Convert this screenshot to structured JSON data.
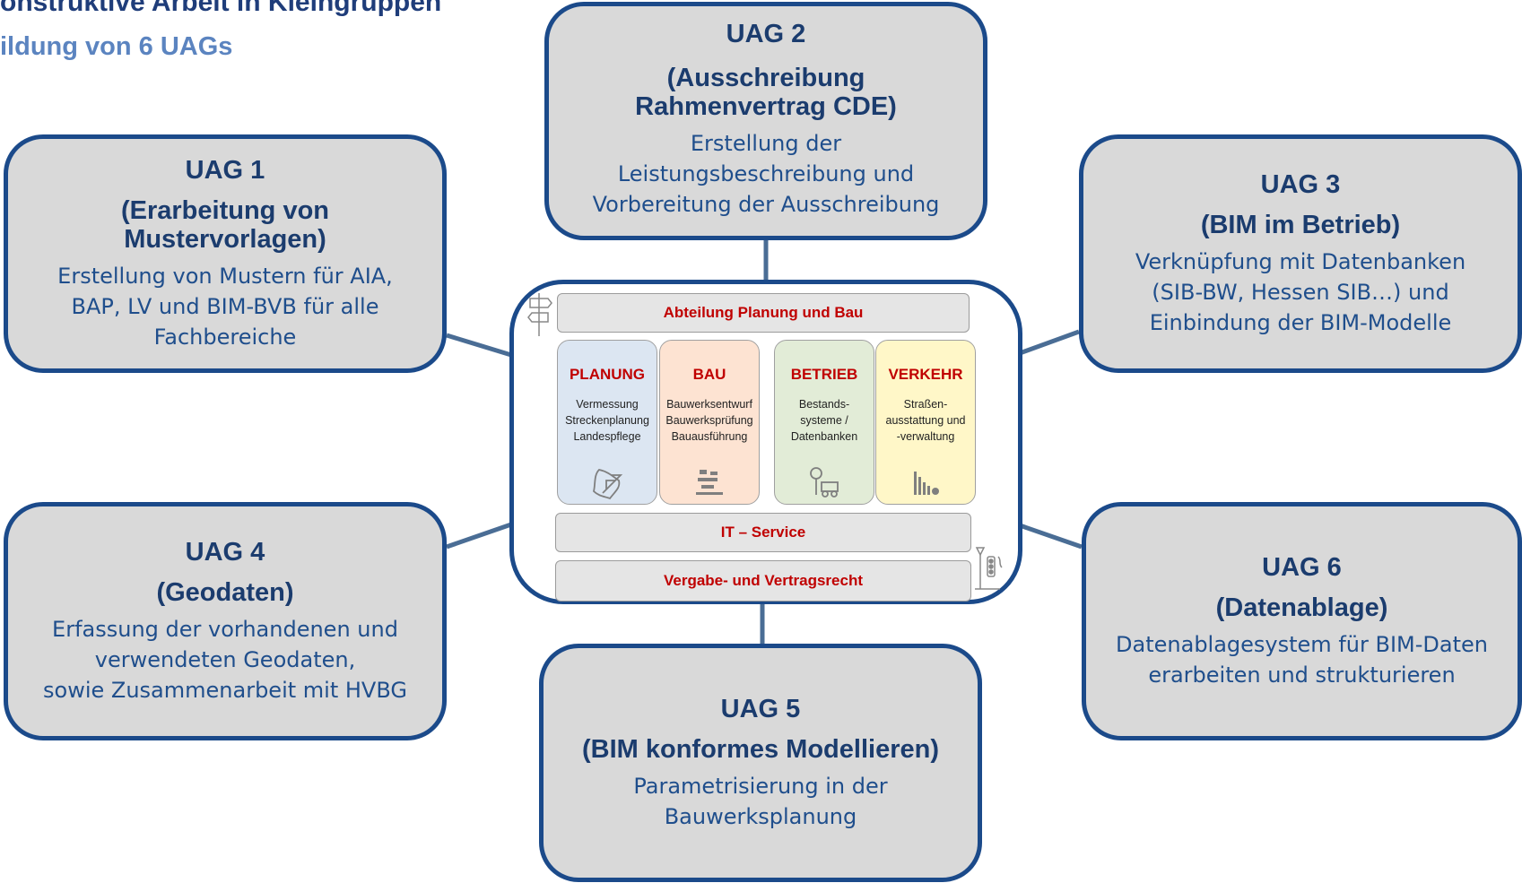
{
  "heading": {
    "title": "onstruktive Arbeit in Kleingruppen",
    "subtitle": "ildung von 6 UAGs"
  },
  "uags": [
    {
      "number": "UAG 1",
      "title": "(Erarbeitung von\nMustervorlagen)",
      "description": "Erstellung von Mustern für AIA,\nBAP, LV und BIM-BVB für alle\nFachbereiche"
    },
    {
      "number": "UAG 2",
      "title": "(Ausschreibung\nRahmenvertrag CDE)",
      "description": "Erstellung der\nLeistungsbeschreibung und\nVorbereitung der Ausschreibung"
    },
    {
      "number": "UAG 3",
      "title": "(BIM im Betrieb)",
      "description": "Verknüpfung mit Datenbanken\n(SIB-BW, Hessen SIB…) und\nEinbindung der BIM-Modelle"
    },
    {
      "number": "UAG 4",
      "title": "(Geodaten)",
      "description": "Erfassung der vorhandenen und\nverwendeten Geodaten,\nsowie  Zusammenarbeit mit HVBG"
    },
    {
      "number": "UAG 5",
      "title": "(BIM konformes Modellieren)",
      "description": "Parametrisierung in der\nBauwerksplanung"
    },
    {
      "number": "UAG 6",
      "title": "(Datenablage)",
      "description": "Datenablagesystem für BIM-Daten\nerarbeiten und strukturieren"
    }
  ],
  "center": {
    "top_bar": "Abteilung Planung und Bau",
    "columns": [
      {
        "title": "PLANUNG",
        "description": "Vermessung\nStreckenplanung\nLandespflege",
        "icon": "surveying-map-icon"
      },
      {
        "title": "BAU",
        "description": "Bauwerksentwurf\nBauwerksprüfung\nBauausführung",
        "icon": "construction-icon"
      },
      {
        "title": "BETRIEB",
        "description": "Bestands-\nsysteme /\nDatenbanken",
        "icon": "maintenance-vehicle-icon"
      },
      {
        "title": "VERKEHR",
        "description": "Straßen-\nausstattung und\n-verwaltung",
        "icon": "traffic-chart-icon"
      }
    ],
    "it_bar": "IT – Service",
    "bottom_bar": "Vergabe- und Vertragsrecht"
  },
  "colors": {
    "box_fill": "#d9d9d9",
    "box_border": "#1b4a8a",
    "accent_red": "#c00000",
    "heading_dark": "#1f3d7a",
    "heading_light": "#5b84c0"
  }
}
